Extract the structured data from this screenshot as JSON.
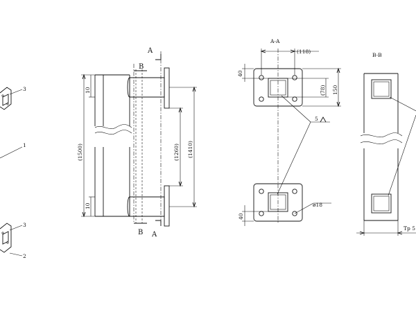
{
  "left_view": {
    "callouts": [
      "3",
      "1",
      "3",
      "2"
    ]
  },
  "front_view": {
    "section_letters": {
      "a_top": "A",
      "b_top": "B",
      "b_bottom": "B",
      "a_bottom": "A"
    },
    "dims": {
      "overall": "(1500)",
      "top_gap": "10",
      "bottom_gap": "10",
      "inner": "(1260)",
      "outer": "(1410)"
    }
  },
  "section_aa": {
    "title": "A-A",
    "dims": {
      "width": "(118)",
      "plate_h_top": "40",
      "square": "(78)",
      "height": "150",
      "plate_h_bottom": "40",
      "hole": "ø18"
    },
    "weld": "5"
  },
  "section_bb": {
    "title": "B-B",
    "note": "Tp 5"
  }
}
